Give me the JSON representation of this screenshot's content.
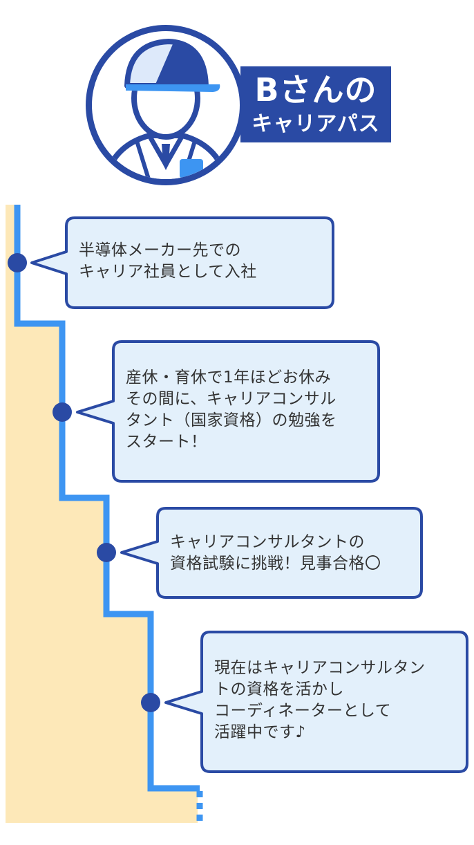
{
  "header": {
    "title_main": "Bさんの",
    "title_sub": "キャリアパス",
    "avatar_icon": "worker-with-helmet-icon"
  },
  "colors": {
    "navy": "#2a4aa4",
    "line_blue": "#3d95f2",
    "bubble_bg": "#e3f0fb",
    "area_fill": "#fde8b8",
    "helmet_light": "#dde9fa"
  },
  "steps": [
    {
      "text": "半導体メーカー先での\nキャリア社員として入社"
    },
    {
      "text": "産休・育休で1年ほどお休み\nその間に、キャリアコンサル\nタント（国家資格）の勉強を\nスタート！"
    },
    {
      "text": "キャリアコンサルタントの\n資格試験に挑戦！見事合格〇"
    },
    {
      "text": "現在はキャリアコンサルタン\nトの資格を活かし\nコーディネーターとして\n活躍中です♪"
    }
  ]
}
